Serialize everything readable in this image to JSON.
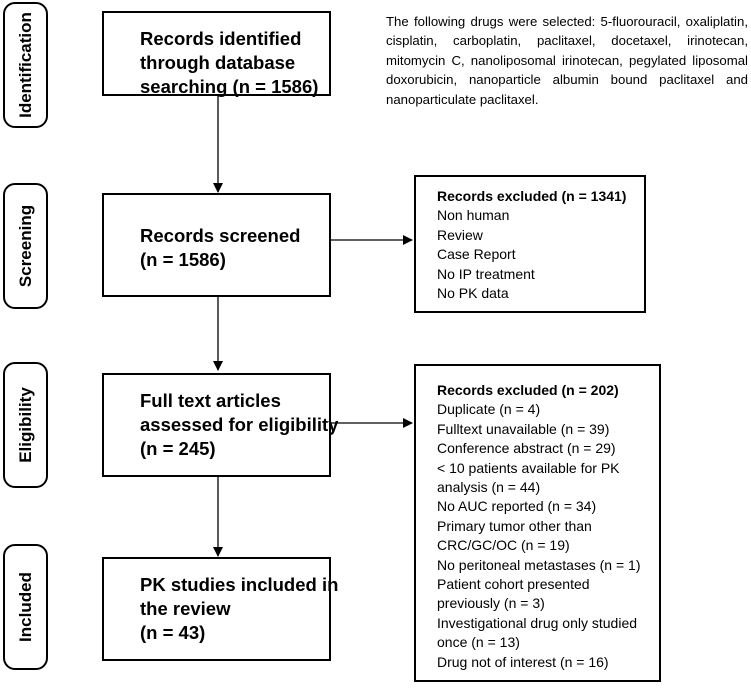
{
  "stages": {
    "identification": "Identification",
    "screening": "Screening",
    "eligibility": "Eligibility",
    "included": "Included"
  },
  "main_boxes": {
    "identified": [
      "Records identified",
      "through database",
      "searching (n = 1586)"
    ],
    "screened": [
      "Records screened",
      "(n = 1586)"
    ],
    "fulltext": [
      "Full text articles",
      "assessed for eligibility",
      "(n = 245)"
    ],
    "included": [
      "PK studies included in",
      "the review",
      "(n = 43)"
    ]
  },
  "note": "The following drugs were selected: 5-fluorouracil, oxaliplatin, cisplatin, carboplatin, paclitaxel, docetaxel, irinotecan, mitomycin C, nanoliposomal irinotecan, pegylated liposomal doxorubicin, nanoparticle albumin bound paclitaxel and nanoparticulate paclitaxel.",
  "excluded_screening": {
    "title": "Records excluded (n = 1341)",
    "items": [
      "Non human",
      "Review",
      "Case Report",
      "No IP treatment",
      "No PK data"
    ]
  },
  "excluded_eligibility": {
    "title": "Records excluded (n = 202)",
    "items": [
      "Duplicate (n = 4)",
      "Fulltext unavailable (n = 39)",
      "Conference abstract (n = 29)",
      "< 10 patients available for PK",
      "analysis (n = 44)",
      "No AUC reported (n = 34)",
      "Primary tumor other than",
      "CRC/GC/OC (n = 19)",
      "No peritoneal metastases (n = 1)",
      "Patient cohort presented",
      "previously (n = 3)",
      "Investigational drug only studied",
      "once (n = 13)",
      "Drug not of interest (n = 16)"
    ]
  }
}
